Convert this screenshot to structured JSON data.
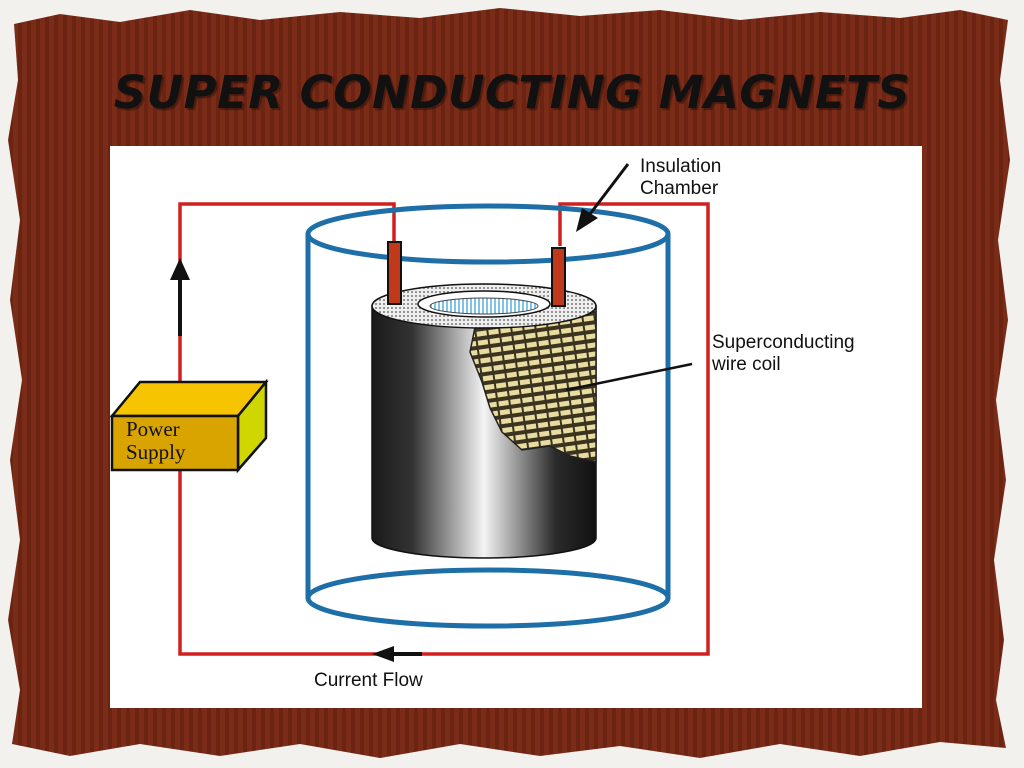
{
  "slide": {
    "title": "SUPER CONDUCTING MAGNETS"
  },
  "diagram": {
    "labels": {
      "insulation_line1": "Insulation",
      "insulation_line2": "Chamber",
      "coil_line1": "Superconducting",
      "coil_line2": "wire coil",
      "power_line1": "Power",
      "power_line2": "Supply",
      "current": "Current Flow"
    },
    "colors": {
      "frame": "#7a2a16",
      "wire": "#d02020",
      "chamber": "#1e6fa8",
      "terminal": "#c0391b",
      "power_supply_front": "#d9a400",
      "power_supply_top": "#f6c400",
      "power_supply_side": "#cfd600",
      "coil_winding": "#e9dca0"
    },
    "icons": [
      "up-arrow-icon",
      "left-arrow-icon",
      "pointer-arrow-icon"
    ]
  }
}
